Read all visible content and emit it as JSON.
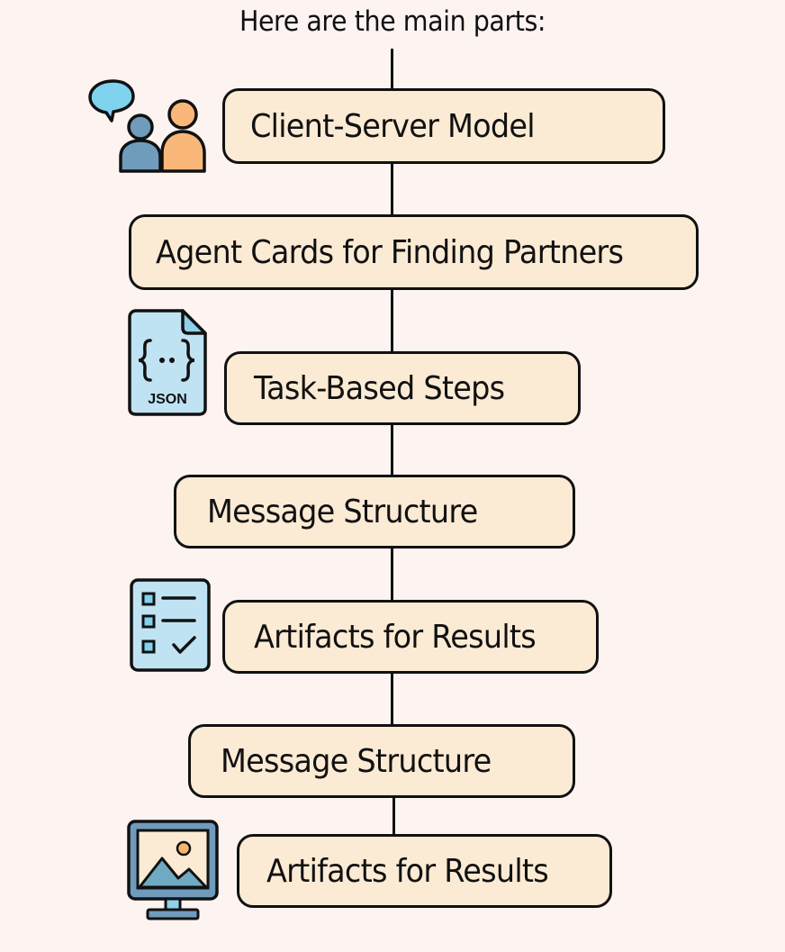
{
  "header": {
    "title": "Here are the main parts:"
  },
  "nodes": [
    {
      "label": "Client-Server Model",
      "icon": "people-chat-icon"
    },
    {
      "label": "Agent Cards for Finding Partners",
      "icon": null
    },
    {
      "label": "Task-Based Steps",
      "icon": "json-file-icon"
    },
    {
      "label": "Message Structure",
      "icon": null
    },
    {
      "label": "Artifacts for Results",
      "icon": "checklist-icon"
    },
    {
      "label": "Message Structure",
      "icon": null
    },
    {
      "label": "Artifacts for Results",
      "icon": "image-monitor-icon"
    }
  ],
  "icons": {
    "json_file_text": "JSON"
  },
  "colors": {
    "background": "#fdf4f2",
    "box_fill": "#fcebd4",
    "stroke": "#111111",
    "light_blue": "#bfe3f3",
    "speech_blue": "#7fd3ef",
    "person_blue": "#6f9bbd",
    "person_orange": "#f9b77a",
    "monitor_blue": "#6f9bbd",
    "sun_orange": "#f6b56e"
  }
}
